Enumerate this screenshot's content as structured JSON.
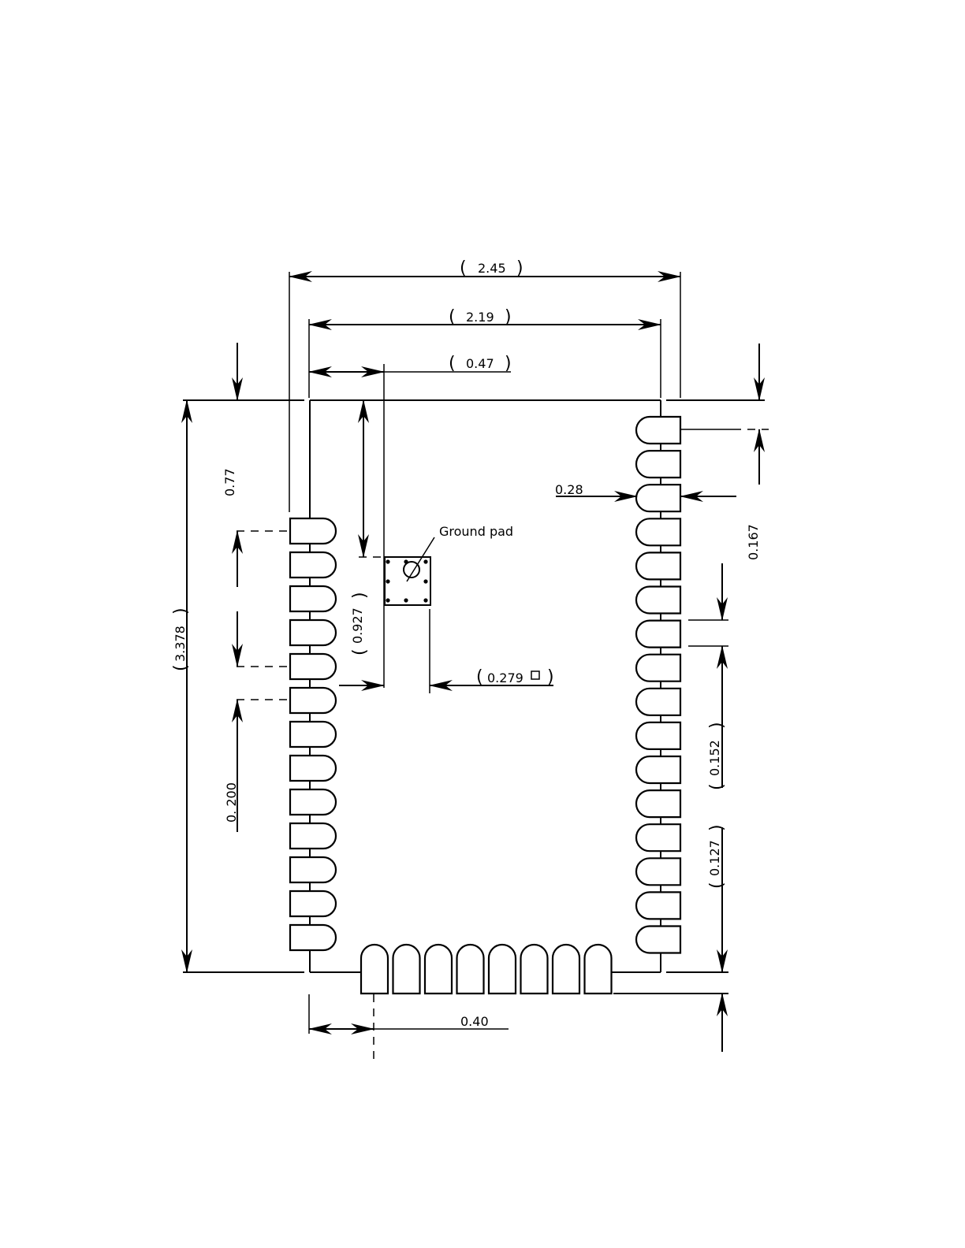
{
  "dimensions": {
    "overall_width": "2.45",
    "pad_span_width": "2.19",
    "ground_pad_offset": "0.47",
    "top_pin_offset": "0.77",
    "total_height": "3.378",
    "ground_pad_vertical_offset": "0.927",
    "pitch_left": "0. 200",
    "ground_pad_size": "0.279",
    "pad_width": "0.28",
    "top_pad_offset": "0.167",
    "pitch_right_a": "0.152",
    "pitch_right_b": "0.127",
    "bottom_pad_offset": "0.40"
  },
  "labels": {
    "ground_pad": "Ground pad"
  },
  "pads": {
    "left_count": 13,
    "right_count": 16,
    "bottom_count": 8
  }
}
